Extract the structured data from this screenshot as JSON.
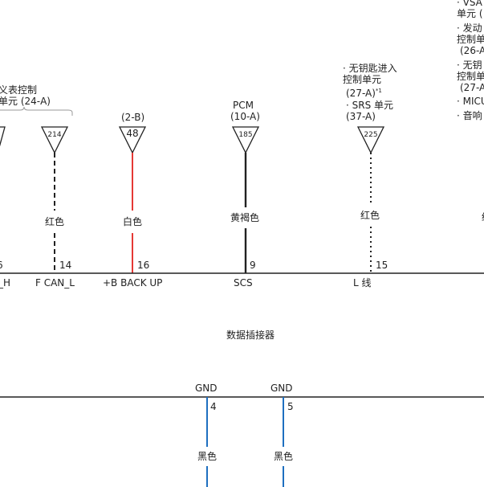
{
  "top_right": {
    "lines": [
      "· VSA",
      "单元 (",
      "· 发动",
      "控制单",
      "(26-A",
      "· 无钥",
      "控制单",
      "(27-A",
      "· MICU",
      "· 音响"
    ]
  },
  "groups": {
    "meter": {
      "line1": "义表控制",
      "line2": "单元 (24-A)"
    },
    "b2": {
      "ref": "(2-B)"
    },
    "pcm": {
      "line1": "PCM",
      "line2": "(10-A)"
    },
    "keyless": {
      "line1": "· 无钥匙进入",
      "line2": "控制单元",
      "line3": "(27-A)",
      "sup": "*1",
      "line4": "· SRS 单元",
      "line5": "(37-A)"
    }
  },
  "connectors": [
    {
      "id": "c214",
      "num": "214"
    },
    {
      "id": "c48",
      "num": "48"
    },
    {
      "id": "c185",
      "num": "185"
    },
    {
      "id": "c225",
      "num": "225"
    }
  ],
  "wire_colors": {
    "w14": "红色",
    "w16": "白色",
    "w9": "黄褐色",
    "w15": "红色",
    "w4": "黑色",
    "w5": "黑色"
  },
  "pins": {
    "p_left": "6",
    "p14": "14",
    "p16": "16",
    "p9": "9",
    "p15": "15",
    "p4": "4",
    "p5": "5"
  },
  "signals": {
    "s_left": "_H",
    "s14": "F CAN_L",
    "s16": "+B BACK UP",
    "s9": "SCS",
    "s15": "L 线"
  },
  "connector_title": "数据插接器",
  "gnd": {
    "g4": "GND",
    "g5": "GND"
  },
  "colors": {
    "red_wire": "#e53935",
    "blue_wire": "#1e6fc0",
    "black": "#222222"
  }
}
